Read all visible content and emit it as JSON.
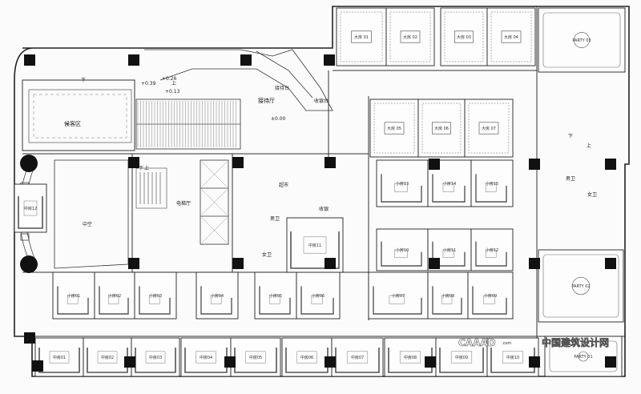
{
  "zones": {
    "waiting_area": "候客区",
    "reception_hall": "接待厅",
    "reception_desk": "接待台",
    "cashier": "收银台",
    "atrium": "中空",
    "elevator_hall": "电梯厅",
    "supermarket": "超市",
    "cashier2": "收银",
    "male_wc": "男卫",
    "female_wc": "女卫",
    "male_wc2": "男卫",
    "female_wc2": "女卫",
    "stair_down": "下",
    "stair_up": "上",
    "stair_down2": "下",
    "stair_up2": "上",
    "stair_down3": "下",
    "stair_up3": "上"
  },
  "levels": {
    "l1": "+0.39",
    "l2": "+0.26",
    "l3": "+0.13",
    "l4": "±0.00"
  },
  "rooms": {
    "large": [
      "大房 01",
      "大房 02",
      "大房 03",
      "大房 04",
      "大房 05",
      "大房 06",
      "大房 07"
    ],
    "party": [
      "PARTY 03",
      "PARTY 02",
      "PARTY 01"
    ],
    "small_left": [
      "小房01",
      "小房02",
      "小房03",
      "小房04",
      "小房05",
      "小房06"
    ],
    "small_right": [
      "小房13",
      "小房14",
      "小房15",
      "小房10",
      "小房11",
      "小房12",
      "小房07",
      "小房08",
      "小房09"
    ],
    "medium": [
      "中房12",
      "中房11",
      "中房01",
      "中房02",
      "中房03",
      "中房04",
      "中房05",
      "中房06",
      "中房07",
      "中房08",
      "中房09",
      "中房10"
    ]
  },
  "watermark": {
    "brand": "CAAAD",
    "domain": ".com",
    "site": "中国建筑设计网"
  }
}
